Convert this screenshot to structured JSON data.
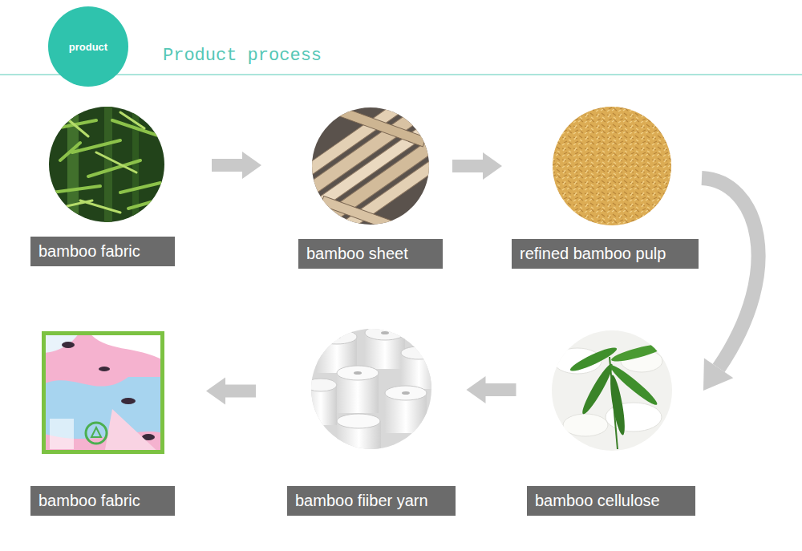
{
  "diagram": {
    "title": "Product process",
    "nodes": [
      {
        "text": [
          "product"
        ]
      },
      {
        "text": [
          "bamboo fabric"
        ]
      },
      {
        "text": [
          "bamboo sheet"
        ]
      },
      {
        "text": [
          "refined bamboo pulp"
        ]
      },
      {
        "text": [
          "bamboo fabric"
        ]
      },
      {
        "text": [
          "bamboo fiiber yarn"
        ]
      },
      {
        "text": [
          "bamboo cellulose"
        ]
      }
    ],
    "edges": [
      {
        "from": 1,
        "to": 2,
        "arrow": "to"
      },
      {
        "from": 2,
        "to": 3,
        "arrow": "to"
      },
      {
        "from": 3,
        "to": 6,
        "arrow": "to"
      },
      {
        "from": 6,
        "to": 5,
        "arrow": "to"
      },
      {
        "from": 5,
        "to": 4,
        "arrow": "to"
      }
    ]
  }
}
